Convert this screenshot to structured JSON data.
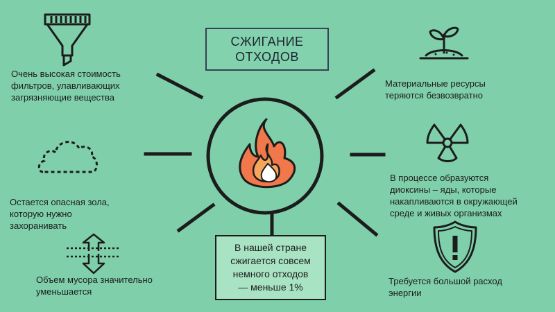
{
  "title": {
    "line1": "СЖИГАНИЕ",
    "line2": "ОТХОДОВ"
  },
  "center_note": {
    "line1": "В нашей стране",
    "line2": "сжигается совсем",
    "line3": "немного отходов",
    "line4": "— меньше  1%"
  },
  "items": [
    {
      "icon": "funnel-filter-icon",
      "lines": [
        "Очень высокая стоимость",
        "фильтров, улавливающих",
        "загрязняющие вещества"
      ]
    },
    {
      "icon": "sprout-icon",
      "lines": [
        "Материальные ресурсы",
        "теряются безвозвратно"
      ]
    },
    {
      "icon": "cloud-icon",
      "lines": [
        "Остается опасная зола,",
        "которую нужно",
        "захоранивать"
      ]
    },
    {
      "icon": "radiation-icon",
      "lines": [
        "В процессе образуются",
        "диоксины – яды, которые",
        "накапливаются в окружающей",
        "среде и живых организмах"
      ]
    },
    {
      "icon": "compress-arrows-icon",
      "lines": [
        "Объем мусора значительно",
        "уменьшается"
      ]
    },
    {
      "icon": "warning-shield-icon",
      "lines": [
        "Требуется большой расход",
        "энергии"
      ]
    }
  ],
  "colors": {
    "background": "#7fcfaa",
    "flame_outer": "#f0784a",
    "flame_inner": "#f8a55c",
    "ink": "#1c1c1c"
  }
}
